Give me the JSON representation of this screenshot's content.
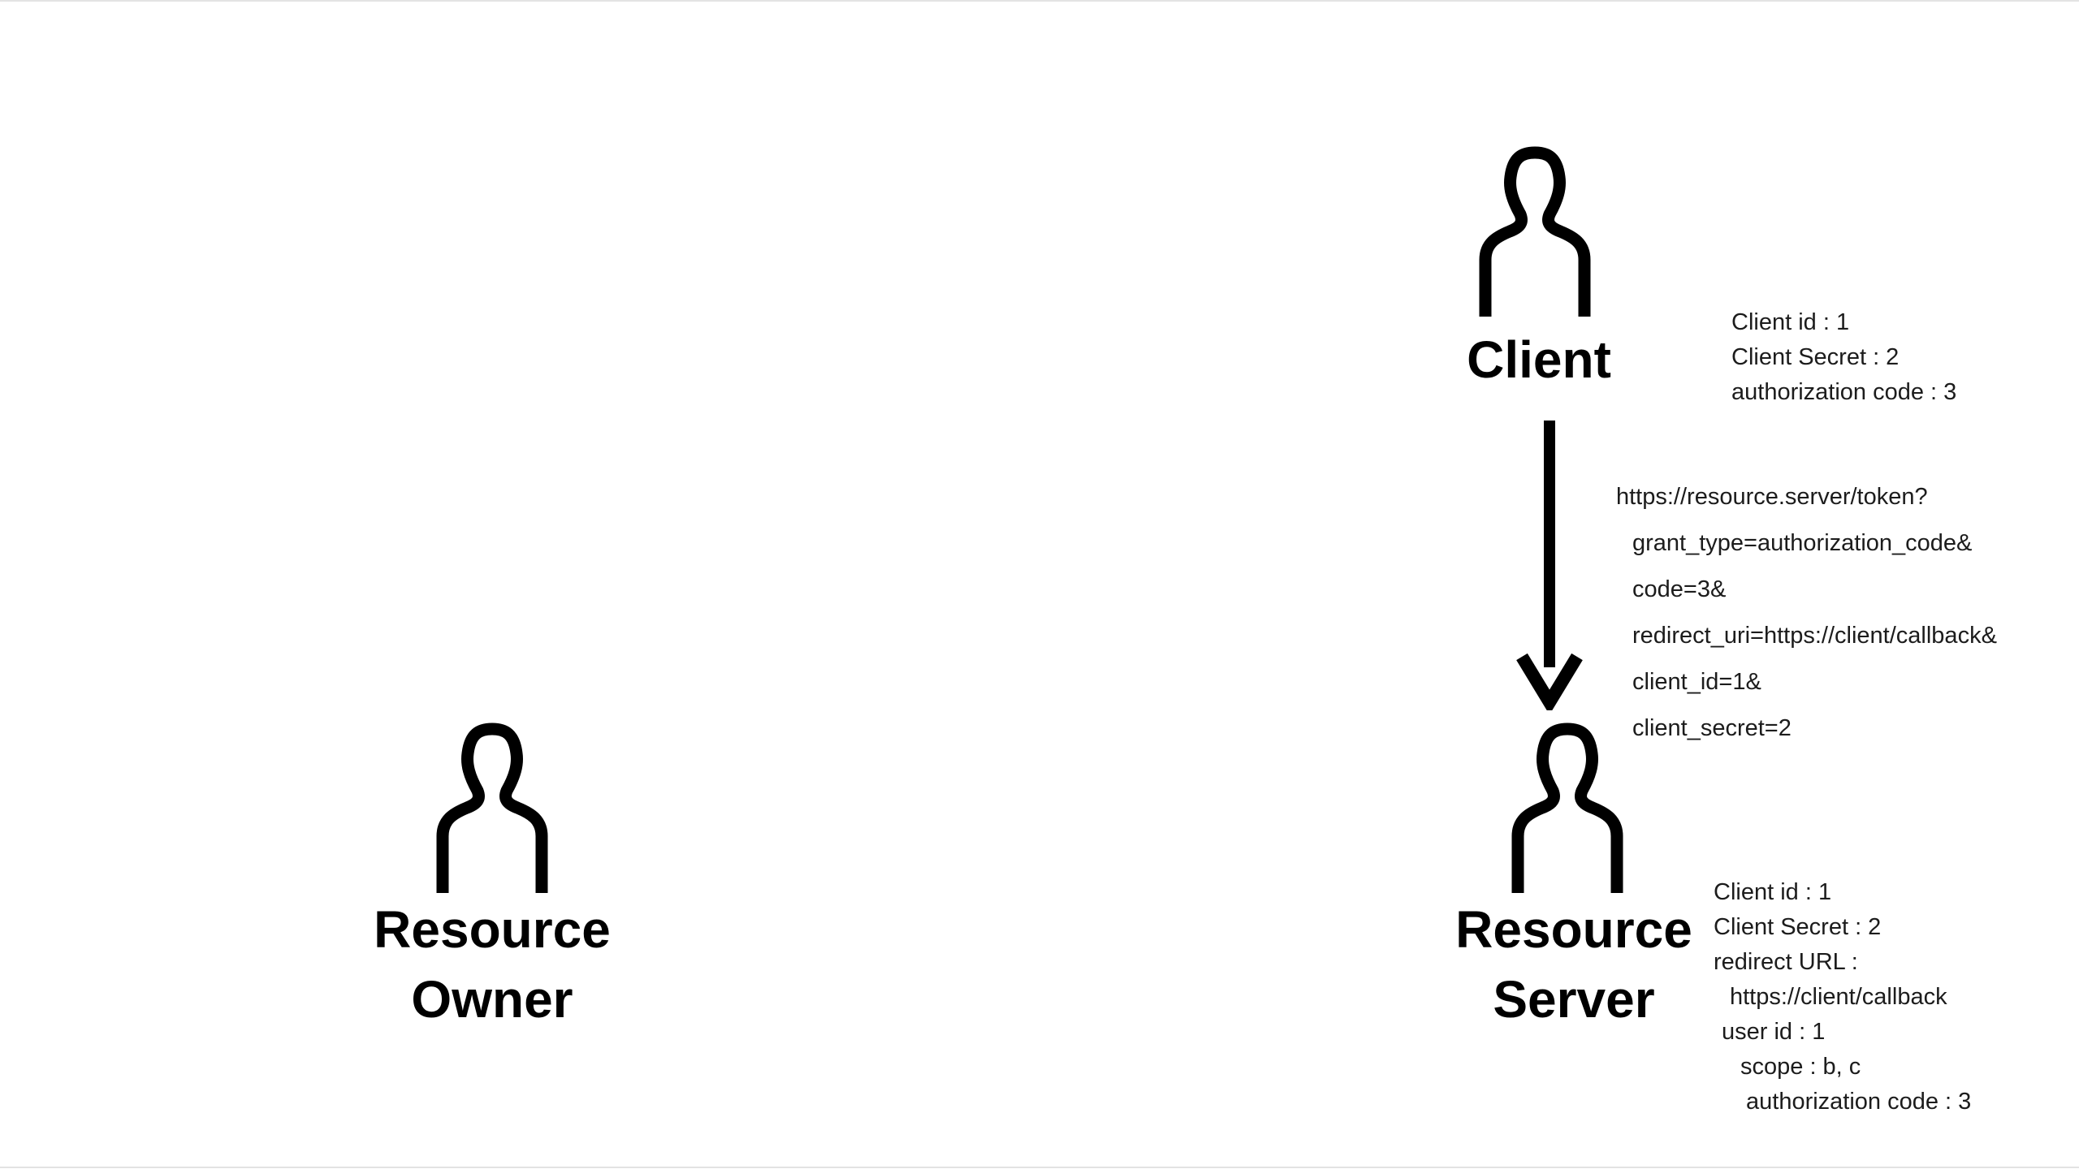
{
  "colors": {
    "ink": "#000000",
    "text": "#1c1c1c",
    "background": "#ffffff"
  },
  "actors": {
    "client": {
      "label": "Client",
      "icon": "person-icon",
      "info_lines": [
        "Client id : 1",
        "Client Secret : 2",
        "authorization code : 3"
      ]
    },
    "resource_owner": {
      "label_line1": "Resource",
      "label_line2": "Owner",
      "icon": "person-icon"
    },
    "resource_server": {
      "label_line1": "Resource",
      "label_line2": "Server",
      "icon": "person-icon",
      "info_lines": [
        "Client id : 1",
        "Client Secret : 2",
        "redirect URL :",
        "https://client/callback",
        "user id : 1",
        "scope : b, c",
        "authorization code : 3"
      ]
    }
  },
  "token_request": {
    "arrow_icon": "arrow-down-icon",
    "from": "Client",
    "to": "Resource Server",
    "lines": [
      "https://resource.server/token?",
      "grant_type=authorization_code&",
      "code=3&",
      "redirect_uri=https://client/callback&",
      "client_id=1&",
      "client_secret=2"
    ]
  }
}
